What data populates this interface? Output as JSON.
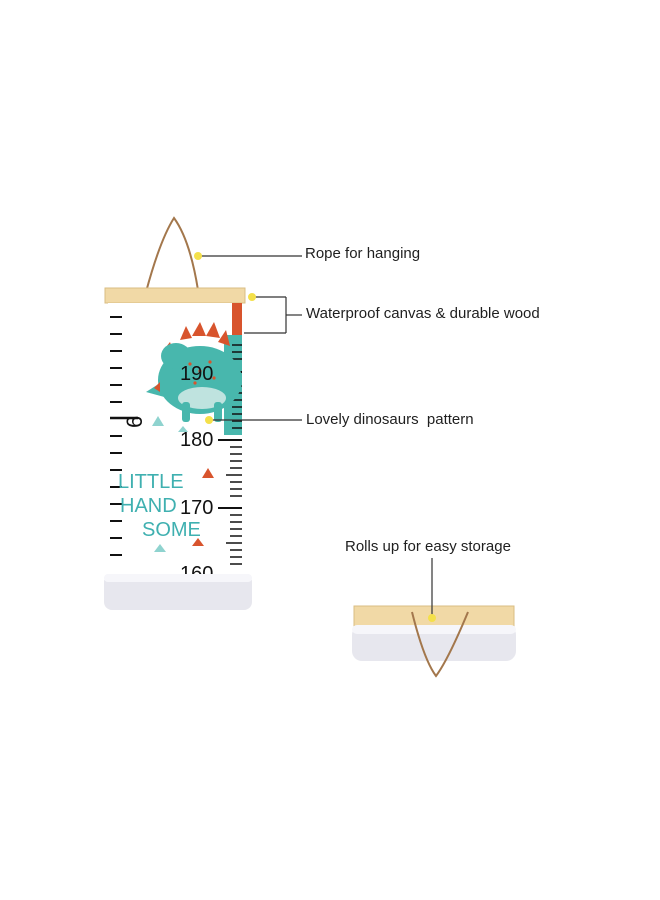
{
  "callouts": {
    "rope": "Rope for hanging",
    "canvas": "Waterproof canvas & durable wood",
    "dinosaurs": "Lovely dinosaurs  pattern",
    "rolls": "Rolls up for easy storage"
  },
  "chart_art": {
    "numbers": [
      "190",
      "180",
      "170",
      "160"
    ],
    "side_number": "6",
    "slogan_line1": "LITTLE",
    "slogan_line2": "HAND",
    "slogan_line3": "SOME"
  },
  "colors": {
    "wood": "#f1d9a6",
    "rope": "#a3774c",
    "dino": "#48b7ad",
    "spikes": "#d8542d",
    "dot": "#f4e04a",
    "slogan": "#3fb0b0",
    "roll": "#e7e7ee"
  }
}
